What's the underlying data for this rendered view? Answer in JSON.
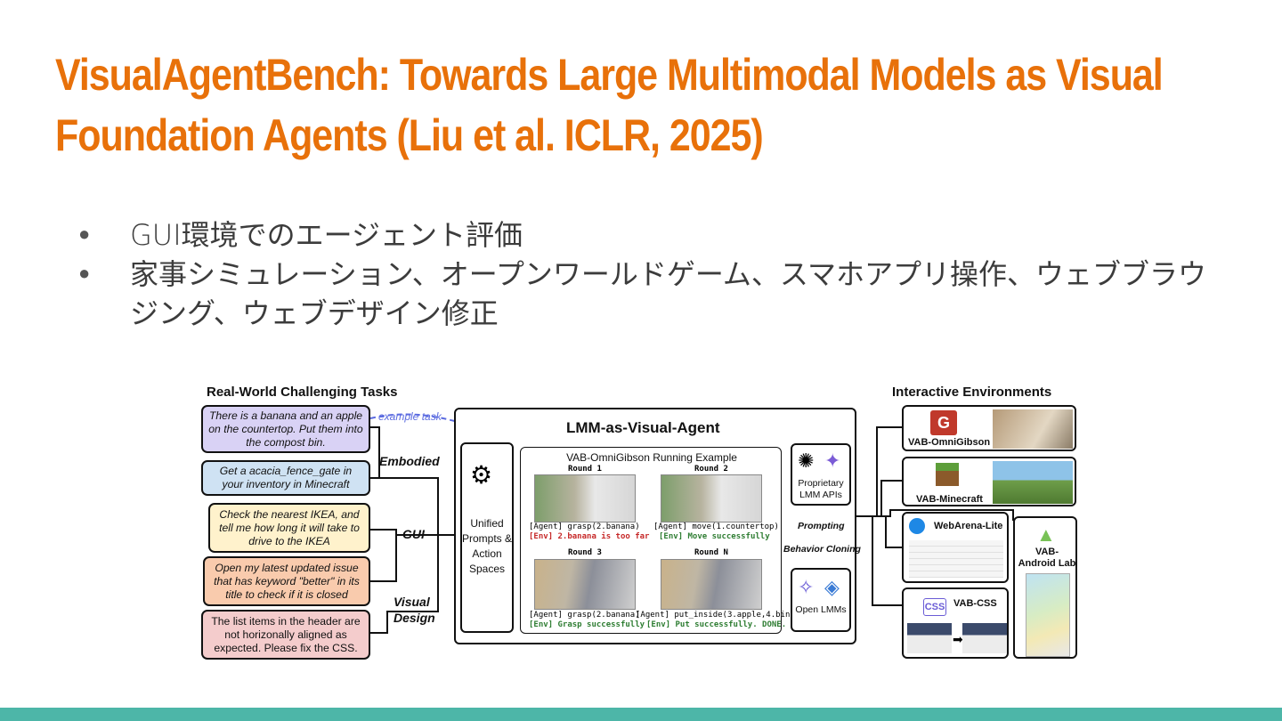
{
  "slide": {
    "title_line1": "VisualAgentBench: Towards Large Multimodal Models as Visual",
    "title_line2": "Foundation Agents (Liu et al. ICLR, 2025)",
    "bullets": [
      "GUI環境でのエージェント評価",
      "家事シミュレーション、オープンワールドゲーム、スマホアプリ操作、ウェブブラウジング、ウェブデザイン修正"
    ],
    "accent_color": "#e8710a",
    "footer_color": "#4db6a8"
  },
  "figure": {
    "left_heading": "Real-World Challenging Tasks",
    "right_heading": "Interactive Environments",
    "example_task_label": "example task",
    "tasks": [
      "There is a banana and an apple on the countertop. Put them into the compost bin.",
      "Get a acacia_fence_gate in your inventory in Minecraft",
      "Check the nearest IKEA, and tell me how long it will take to drive to the IKEA",
      "Open my latest updated issue that has keyword \"better\" in its title to check if it is closed",
      "The list items in the header are not horizonally aligned as expected. Please fix the CSS."
    ],
    "categories": {
      "embodied": "Embodied",
      "gui": "GUI",
      "visual_design_1": "Visual",
      "visual_design_2": "Design"
    },
    "center_title": "LMM-as-Visual-Agent",
    "unified": "Unified Prompts & Action Spaces",
    "running_example_title": "VAB-OmniGibson Running Example",
    "rounds": [
      {
        "label": "Round 1",
        "action": "[Agent] grasp(2.banana)",
        "env": "[Env] 2.banana is too far",
        "ok": false
      },
      {
        "label": "Round 2",
        "action": "[Agent] move(1.countertop)",
        "env": "[Env] Move successfully",
        "ok": true
      },
      {
        "label": "Round 3",
        "action": "[Agent] grasp(2.banana)",
        "env": "[Env] Grasp successfully",
        "ok": true
      },
      {
        "label": "Round N",
        "action": "[Agent] put_inside(3.apple,4.bin)",
        "env": "[Env] Put successfully. DONE.",
        "ok": true
      }
    ],
    "proprietary": "Proprietary LMM APIs",
    "open_lmms": "Open LMMs",
    "prompting": "Prompting",
    "behavior_cloning": "Behavior Cloning",
    "environments": [
      "VAB-OmniGibson",
      "VAB-Minecraft",
      "WebArena-Lite",
      "VAB-CSS",
      "VAB-Android Lab"
    ],
    "css_logo": "CSS"
  }
}
